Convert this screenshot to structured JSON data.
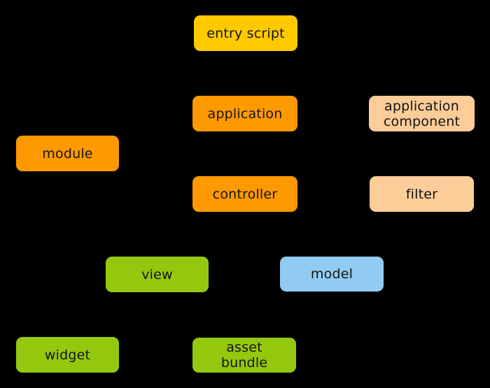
{
  "diagram": {
    "description": "Application structure diagram: colored rounded boxes on black background",
    "background_color": "#000000",
    "text_color": "#141414",
    "colors": {
      "entry_script": "#FDCA00",
      "core_orange": "#FF9900",
      "component_peach": "#FCCC99",
      "view_green": "#94C80E",
      "model_blue": "#92CBF2"
    },
    "nodes": {
      "entry_script": {
        "label": "entry script"
      },
      "application": {
        "label": "application"
      },
      "application_component": {
        "label": "application component"
      },
      "module": {
        "label": "module"
      },
      "controller": {
        "label": "controller"
      },
      "filter": {
        "label": "filter"
      },
      "view": {
        "label": "view"
      },
      "model": {
        "label": "model"
      },
      "widget": {
        "label": "widget"
      },
      "asset_bundle": {
        "label": "asset bundle"
      }
    }
  }
}
